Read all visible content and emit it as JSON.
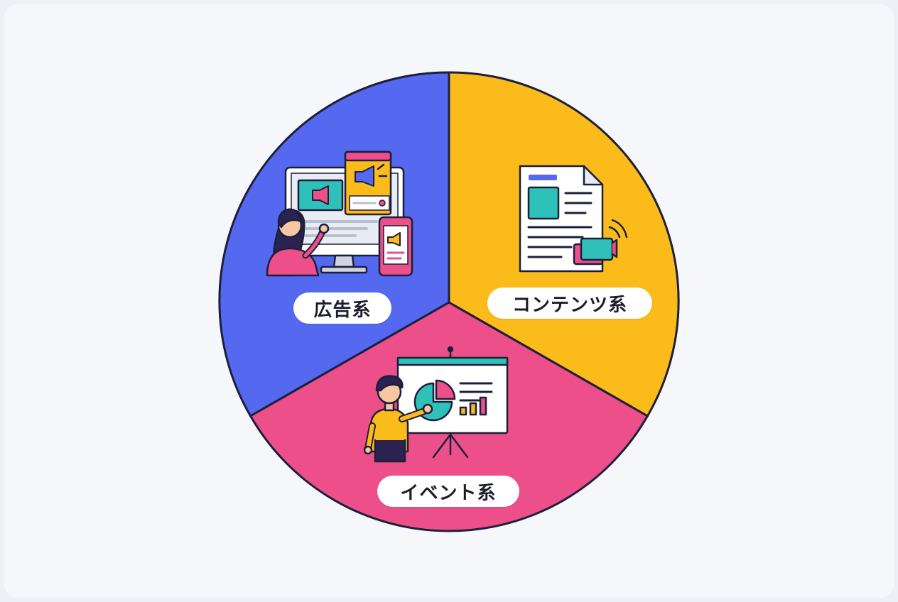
{
  "segments": [
    {
      "id": "ad",
      "label": "広告系",
      "color": "#5468f0"
    },
    {
      "id": "content",
      "label": "コンテンツ系",
      "color": "#fbbb1b"
    },
    {
      "id": "event",
      "label": "イベント系",
      "color": "#ec4f8a"
    }
  ],
  "colors": {
    "outline": "#1c1f3a",
    "teal": "#2fc1b9",
    "pink": "#ec4f8a",
    "yellow": "#fbbb1b",
    "skin": "#f7c6a3",
    "hair": "#2a2350",
    "screen": "#e9ecf3"
  }
}
